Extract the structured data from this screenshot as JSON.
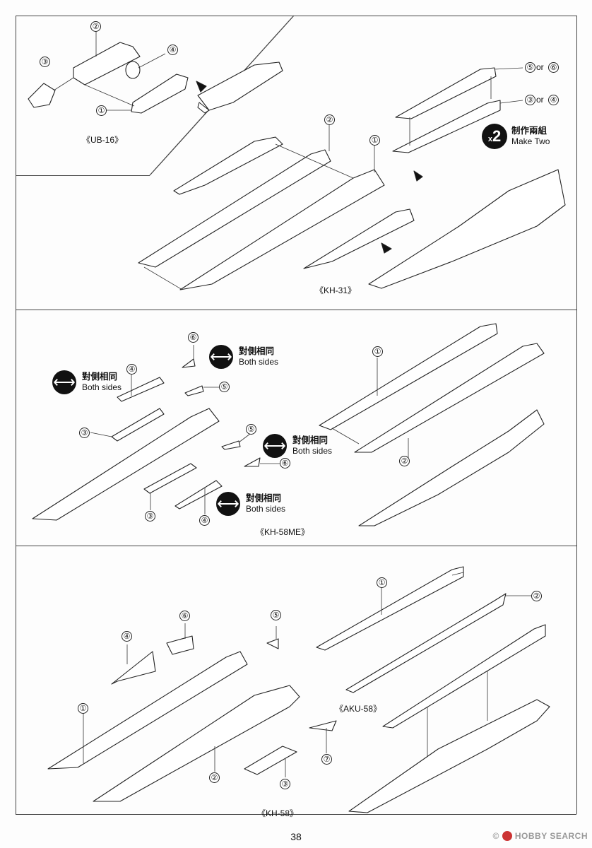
{
  "page_number": "38",
  "watermark": {
    "brand": "HOBBY SEARCH",
    "mark": "©"
  },
  "sections": {
    "ub16": {
      "label": "《UB-16》",
      "callouts": [
        "①",
        "②",
        "③",
        "④"
      ]
    },
    "kh31": {
      "label": "《KH-31》",
      "callouts": [
        "①",
        "②",
        "⑤",
        "⑥",
        "③",
        "④"
      ],
      "or_text": "or",
      "make_two": {
        "count": "2",
        "prefix": "x",
        "zh": "制作兩組",
        "en": "Make Two"
      }
    },
    "kh58me": {
      "label": "《KH-58ME》",
      "callouts": [
        "①",
        "②",
        "③",
        "④",
        "⑤",
        "⑥"
      ],
      "both_sides": {
        "zh": "對側相同",
        "en": "Both sides"
      }
    },
    "kh58": {
      "label": "《KH-58》",
      "callouts": [
        "①",
        "②",
        "③",
        "④",
        "⑤",
        "⑥",
        "⑦"
      ]
    },
    "aku58": {
      "label": "《AKU-58》",
      "callouts": [
        "①",
        "②"
      ]
    }
  },
  "icons": {
    "both_sides_icon": "double-arrow-icon",
    "step_arrow": "down-arrow-icon"
  }
}
